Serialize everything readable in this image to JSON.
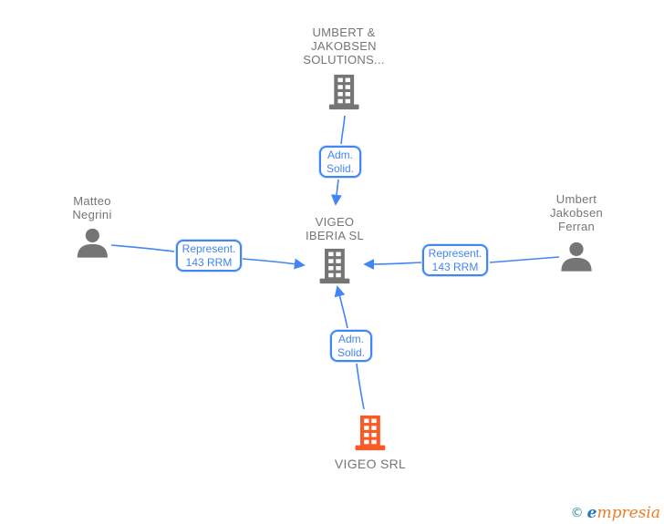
{
  "diagram": {
    "type": "corporate-relationship-graph",
    "nodes": {
      "top_company": {
        "line1": "UMBERT &",
        "line2": "JAKOBSEN",
        "line3": "SOLUTIONS...",
        "icon": "building-icon",
        "icon_color": "#757575"
      },
      "left_person": {
        "line1": "Matteo",
        "line2": "Negrini",
        "icon": "person-icon",
        "icon_color": "#757575"
      },
      "center_company": {
        "line1": "VIGEO",
        "line2": "IBERIA SL",
        "icon": "building-icon",
        "icon_color": "#757575"
      },
      "right_person": {
        "line1": "Umbert",
        "line2": "Jakobsen",
        "line3": "Ferran",
        "icon": "person-icon",
        "icon_color": "#757575"
      },
      "bottom_company": {
        "label": "VIGEO SRL",
        "icon": "building-icon",
        "icon_color": "#fb5a25"
      }
    },
    "edge_labels": {
      "top": {
        "line1": "Adm.",
        "line2": "Solid."
      },
      "left": {
        "line1": "Represent.",
        "line2": "143 RRM"
      },
      "right": {
        "line1": "Represent.",
        "line2": "143 RRM"
      },
      "bottom": {
        "line1": "Adm.",
        "line2": "Solid."
      }
    },
    "edge_direction_note": "all arrows point into VIGEO IBERIA SL"
  },
  "footer": {
    "copyright": "©",
    "brand_initial": "e",
    "brand_rest": "mpresia"
  },
  "colors": {
    "edge_blue": "#4285f4",
    "icon_gray": "#757575",
    "text_gray": "#757575",
    "highlight_orange": "#fb5a25",
    "logo_teal": "#2e8f9e",
    "logo_blue": "#1f78c1",
    "logo_orange": "#ef7d23",
    "background": "#ffffff"
  }
}
